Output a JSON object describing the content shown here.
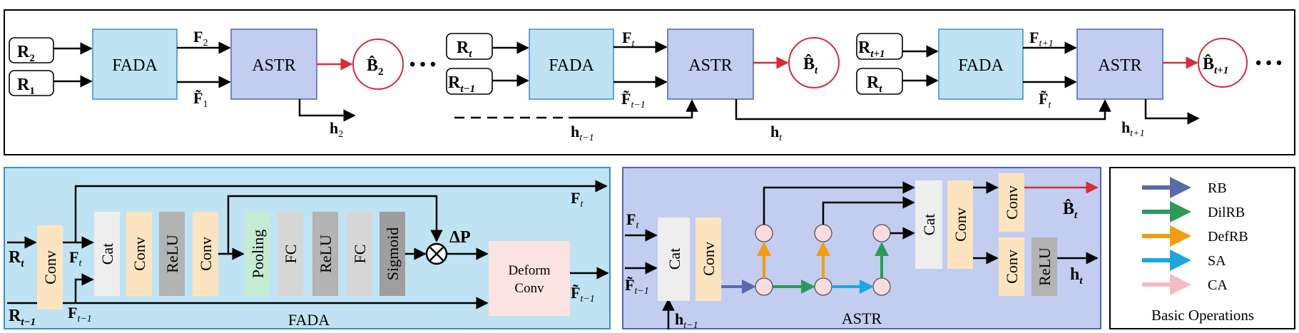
{
  "top": {
    "blocks": [
      {
        "in_a": "R",
        "in_a_sub": "2",
        "in_b": "R",
        "in_b_sub": "1",
        "fada": "FADA",
        "astr": "ASTR",
        "f_out": "F",
        "f_out_sub": "2",
        "ft_out": "F̃",
        "ft_out_sub": "1",
        "b_out": "B̂",
        "b_out_sub": "2",
        "h_out": "h",
        "h_out_sub": "2"
      },
      {
        "in_a": "R",
        "in_a_sub": "t",
        "in_b": "R",
        "in_b_sub": "t−1",
        "fada": "FADA",
        "astr": "ASTR",
        "f_out": "F",
        "f_out_sub": "t",
        "ft_out": "F̃",
        "ft_out_sub": "t−1",
        "b_out": "B̂",
        "b_out_sub": "t",
        "h_in": "h",
        "h_in_sub": "t−1",
        "h_out": "h",
        "h_out_sub": "t"
      },
      {
        "in_a": "R",
        "in_a_sub": "t+1",
        "in_b": "R",
        "in_b_sub": "t",
        "fada": "FADA",
        "astr": "ASTR",
        "f_out": "F",
        "f_out_sub": "t+1",
        "ft_out": "F̃",
        "ft_out_sub": "t",
        "b_out": "B̂",
        "b_out_sub": "t+1",
        "h_out": "h",
        "h_out_sub": "t+1"
      }
    ],
    "ellipsis": "• • •"
  },
  "fada": {
    "title": "FADA",
    "in_top": "R",
    "in_top_sub": "t",
    "in_bot": "R",
    "in_bot_sub": "t−1",
    "conv": "Conv",
    "f_mid": "F",
    "f_mid_sub": "t",
    "f_bot": "F",
    "f_bot_sub": "t−1",
    "ops": [
      "Cat",
      "Conv",
      "ReLU",
      "Conv",
      "Pooling",
      "FC",
      "ReLU",
      "FC",
      "Sigmoid"
    ],
    "delta": "ΔP",
    "deform": [
      "Deform",
      "Conv"
    ],
    "out_top": "F",
    "out_top_sub": "t",
    "out_bot": "F̃",
    "out_bot_sub": "t−1"
  },
  "astr": {
    "title": "ASTR",
    "in_top": "F",
    "in_top_sub": "t",
    "in_mid": "F̃",
    "in_mid_sub": "t−1",
    "in_bot": "h",
    "in_bot_sub": "t−1",
    "cat1": "Cat",
    "conv1": "Conv",
    "cat2": "Cat",
    "conv2": "Conv",
    "conv_top": "Conv",
    "conv_bot": "Conv",
    "relu": "ReLU",
    "out_b": "B̂",
    "out_b_sub": "t",
    "out_h": "h",
    "out_h_sub": "t"
  },
  "legend": {
    "title": "Basic Operations",
    "items": [
      {
        "label": "RB",
        "color": "#5a6aaa"
      },
      {
        "label": "DilRB",
        "color": "#2e9a5a"
      },
      {
        "label": "DefRB",
        "color": "#f39c12"
      },
      {
        "label": "SA",
        "color": "#1aa7e0"
      },
      {
        "label": "CA",
        "color": "#f2bcc4"
      }
    ]
  },
  "colors": {
    "fada_box": "#bfe3f2",
    "astr_box": "#c2cdf0",
    "conv": "#fde4c0",
    "relu": "#b3b3b3",
    "fc": "#d6d6d6",
    "pooling": "#c6ebd4",
    "sigmoid": "#9e9e9e",
    "cat": "#eeeeee",
    "deform": "#fbe3e1",
    "red": "#d62d3a",
    "circle_fill": "#f9dbe0"
  }
}
